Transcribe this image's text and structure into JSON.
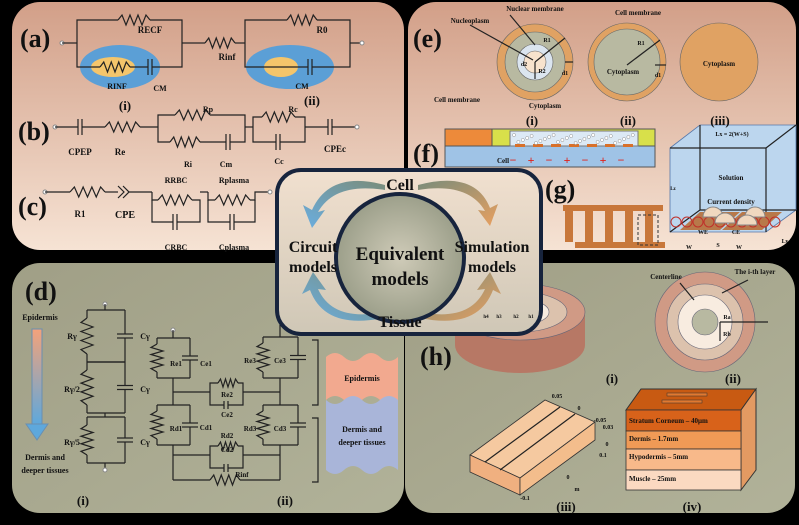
{
  "colors": {
    "panel_top": "#d5a48d",
    "panel_top_light": "#f4dfcf",
    "panel_bottom": "#a4a58c",
    "frame": "#17243d",
    "cell_blue": "#5b9fd6",
    "cell_yellow": "#f4c56b",
    "membrane_orange": "#e0a263",
    "cytoplasm_gray": "#b8b9a1",
    "epidermis_pink": "#f2a98f",
    "dermis_lavender": "#a9b5d9"
  },
  "a": {
    "tag": "(a)",
    "recf": "RECF",
    "rinf": "Rinf",
    "r0": "R0",
    "rinf_cell": "RINF",
    "cm1": "CM",
    "cm2": "CM",
    "i": "(i)",
    "ii": "(ii)"
  },
  "b": {
    "tag": "(b)",
    "cpep": "CPEP",
    "re": "Re",
    "rp": "Rp",
    "ri": "Ri",
    "cm": "Cm",
    "rc": "Rc",
    "cc": "Cc",
    "cpec": "CPEc"
  },
  "c": {
    "tag": "(c)",
    "r1": "R1",
    "cpe": "CPE",
    "rrbc": "RRBC",
    "rplasma": "Rplasma",
    "crbc": "CRBC",
    "cplasma": "Cplasma"
  },
  "center": {
    "cell": "Cell",
    "tissue": "Tissue",
    "circuit_1": "Circuit",
    "circuit_2": "models",
    "equivalent_1": "Equivalent",
    "equivalent_2": "models",
    "simulation_1": "Simulation",
    "simulation_2": "models"
  },
  "d": {
    "tag": "(d)",
    "epidermis": "Epidermis",
    "dermis_1": "Dermis and",
    "dermis_2": "deeper tissues",
    "rg1": "Rγ",
    "rg2": "Rγ/2",
    "rg5": "Rγ/5",
    "cg1": "Cγ",
    "cg2": "Cγ",
    "cg3": "Cγ",
    "re1": "Re1",
    "ce1": "Ce1",
    "re2": "Re2",
    "ce2": "Ce2",
    "re3": "Re3",
    "ce3": "Ce3",
    "rd1": "Rd1",
    "cd1": "Cd1",
    "rd2": "Rd2",
    "cd2": "Cd2",
    "rd3": "Rd3",
    "cd3": "Cd3",
    "rinf": "Rinf",
    "layer_epidermis": "Epidermis",
    "layer_dermis_1": "Dermis and",
    "layer_dermis_2": "deeper tissues",
    "i": "(i)",
    "ii": "(ii)"
  },
  "e": {
    "tag": "(e)",
    "nuclear_membrane": "Nuclear membrane",
    "nucleoplasm": "Nucleoplasm",
    "r1": "R1",
    "r2": "R2",
    "d1": "d1",
    "d2": "d2",
    "cell_membrane": "Cell membrane",
    "cytoplasm": "Cytoplasm",
    "ii_cell_membrane": "Cell membrane",
    "ii_r1": "R1",
    "ii_cytoplasm": "Cytoplasm",
    "ii_d1": "d1",
    "iii_cytoplasm": "Cytoplasm",
    "i": "(i)",
    "ii": "(ii)",
    "iii": "(iii)"
  },
  "f": {
    "tag": "(f)",
    "cell": "Cell",
    "signs": [
      "−",
      "+",
      "−",
      "+",
      "−",
      "+",
      "−"
    ]
  },
  "g": {
    "tag": "(g)",
    "lx": "Lx = 2(W+S)",
    "lz": "Lz",
    "ly": "Ly",
    "solution": "Solution",
    "current_density": "Current density",
    "we": "WE",
    "ce": "CE",
    "cell": "Cell",
    "w1": "W",
    "s": "S",
    "w2": "W"
  },
  "h": {
    "tag": "(h)",
    "h4": "h4",
    "h3": "h3",
    "h2": "h2",
    "h1": "h1",
    "centerline": "Centerline",
    "ith_layer": "The i-th layer",
    "ra": "Ra",
    "rb": "Rb",
    "ticks": [
      "0.05",
      "0",
      "-0.05",
      "0.03",
      "0",
      "0.1",
      "0",
      "m",
      "-0.1"
    ],
    "layers": [
      "Stratum Corneum – 40μm",
      "Dermis – 1.7mm",
      "Hypodermis – 5mm",
      "Muscle – 25mm"
    ],
    "i": "(i)",
    "ii": "(ii)",
    "iii": "(iii)",
    "iv": "(iv)"
  }
}
